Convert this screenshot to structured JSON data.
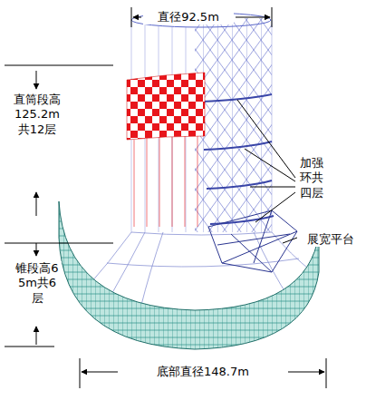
{
  "diagram": {
    "labels": [
      "直径92.5m",
      "直筒段高125.2m共12层",
      "锥段高65m共6层",
      "加强环共四层",
      "展宽平台",
      "底部直径148.7m"
    ]
  }
}
